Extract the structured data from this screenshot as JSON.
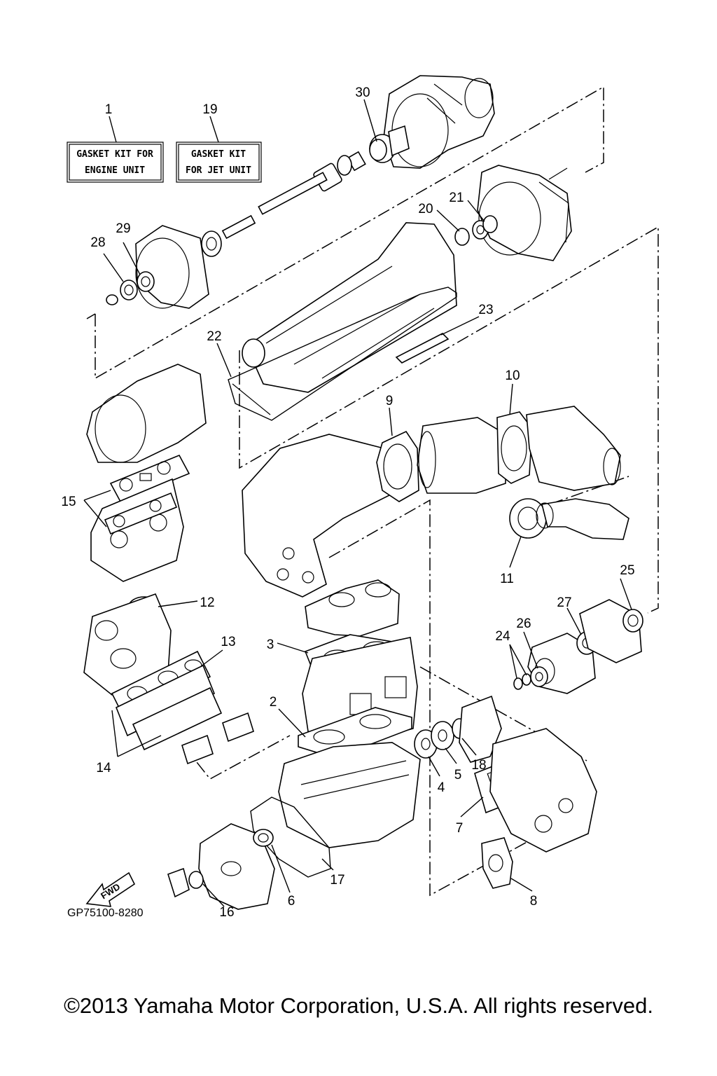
{
  "kit_labels": {
    "engine_line1": "GASKET KIT FOR",
    "engine_line2": "ENGINE UNIT",
    "jet_line1": "GASKET KIT",
    "jet_line2": "FOR JET UNIT"
  },
  "callouts": {
    "c1": "1",
    "c2": "2",
    "c3": "3",
    "c4": "4",
    "c5": "5",
    "c6": "6",
    "c7": "7",
    "c8": "8",
    "c9": "9",
    "c10": "10",
    "c11": "11",
    "c12": "12",
    "c13": "13",
    "c14": "14",
    "c15": "15",
    "c16": "16",
    "c17": "17",
    "c18": "18",
    "c19": "19",
    "c20": "20",
    "c21": "21",
    "c22": "22",
    "c23": "23",
    "c24": "24",
    "c25": "25",
    "c26": "26",
    "c27": "27",
    "c28": "28",
    "c29": "29",
    "c30": "30"
  },
  "fwd_label": "FWD",
  "diagram_code": "GP75100-8280",
  "copyright": "©2013 Yamaha Motor Corporation, U.S.A. All rights reserved."
}
